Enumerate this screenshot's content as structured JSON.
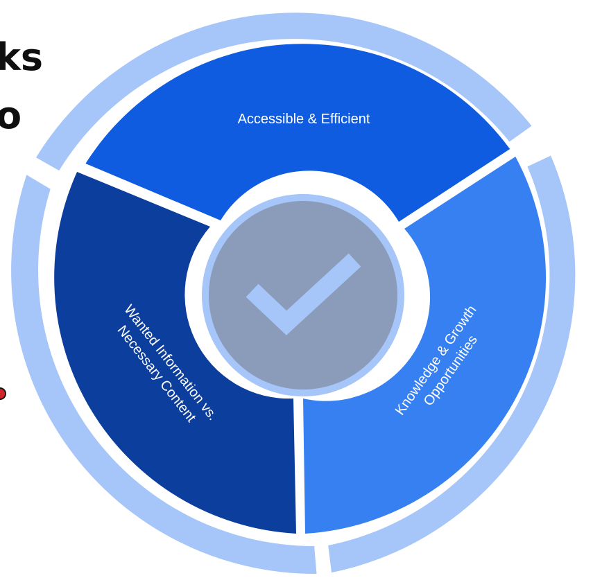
{
  "heading": {
    "line_1": "ks",
    "line_2": "o"
  },
  "diagram": {
    "segments": [
      {
        "label": "Accessible & Efficient",
        "color": "#0f5ce0"
      },
      {
        "label_line_1": "Knowledge & Growth",
        "label_line_2": "Opportunities",
        "color": "#3680f2"
      },
      {
        "label_line_1": "Wanted Information vs.",
        "label_line_2": "Necessary Content",
        "color": "#0c3e9e"
      }
    ],
    "outer_ring_color": "#a6c5f8",
    "hub_color": "#8a9cba",
    "hub_ring_color": "#a6c5f8",
    "center_icon": "checkmark-icon"
  }
}
